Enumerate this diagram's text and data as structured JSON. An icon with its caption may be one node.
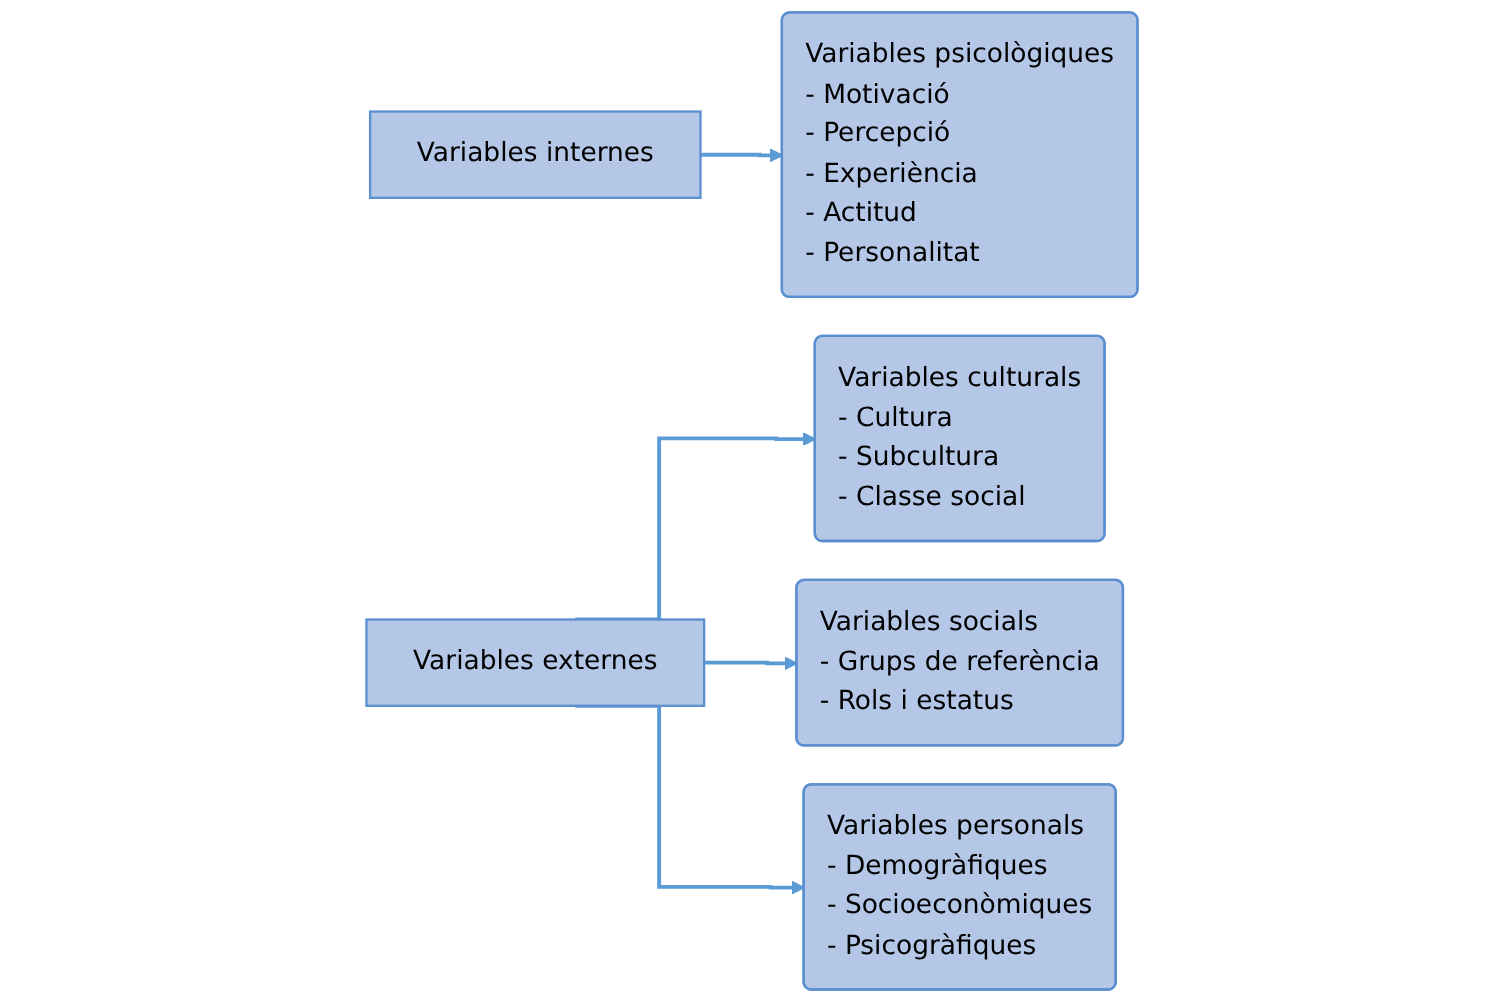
{
  "diagram": {
    "nodes": [
      {
        "text": [
          "Variables internes"
        ]
      },
      {
        "text": [
          "Variables psicològiques",
          "- Motivació",
          "- Percepció",
          "- Experiència",
          "- Actitud",
          "- Personalitat"
        ]
      },
      {
        "text": [
          "Variables externes"
        ]
      },
      {
        "text": [
          "Variables culturals",
          "- Cultura",
          "- Subcultura",
          "- Classe social"
        ]
      },
      {
        "text": [
          "Variables socials",
          "- Grups de referència",
          "- Rols i estatus"
        ]
      },
      {
        "text": [
          "Variables personals",
          "- Demogràfiques",
          "- Socioeconòmiques",
          "- Psicogràfiques"
        ]
      }
    ],
    "edges": [
      {
        "from": 0,
        "to": 1,
        "arrow": "to"
      },
      {
        "from": 2,
        "to": 3,
        "arrow": "to"
      },
      {
        "from": 2,
        "to": 4,
        "arrow": "to"
      },
      {
        "from": 2,
        "to": 5,
        "arrow": "to"
      }
    ]
  }
}
